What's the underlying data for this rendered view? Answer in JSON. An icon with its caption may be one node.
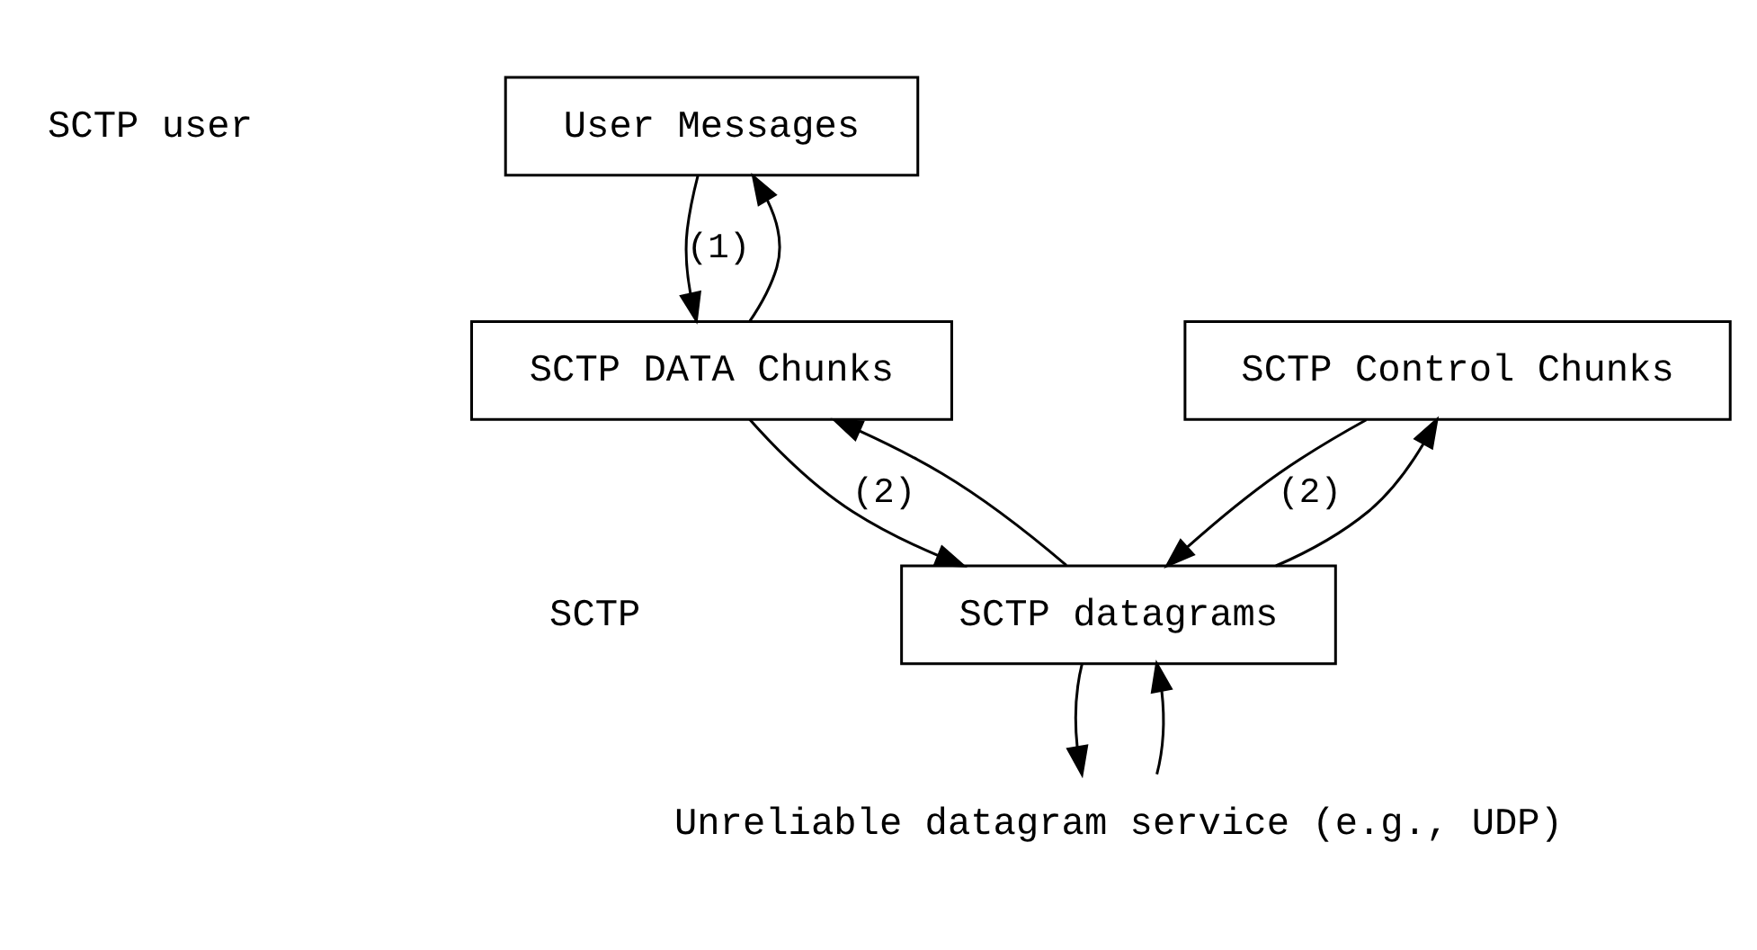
{
  "diagram": {
    "nodes": [
      {
        "text": [
          "User Messages"
        ]
      },
      {
        "text": [
          "SCTP DATA Chunks"
        ]
      },
      {
        "text": [
          "SCTP Control Chunks"
        ]
      },
      {
        "text": [
          "SCTP datagrams"
        ]
      },
      {
        "text": [
          "Unreliable datagram service (e.g., UDP)"
        ]
      }
    ],
    "edges": [
      {
        "from": 1,
        "to": 0,
        "arrow": "to"
      },
      {
        "from": 0,
        "to": 1,
        "arrow": "to",
        "label": "(1)"
      },
      {
        "from": 3,
        "to": 1,
        "arrow": "to"
      },
      {
        "from": 1,
        "to": 3,
        "arrow": "to",
        "label": "(2)"
      },
      {
        "from": 3,
        "to": 2,
        "arrow": "to"
      },
      {
        "from": 2,
        "to": 3,
        "arrow": "to",
        "label": "(2)"
      },
      {
        "from": 4,
        "to": 3,
        "arrow": "to"
      },
      {
        "from": 3,
        "to": 4,
        "arrow": "to"
      }
    ],
    "labels": [
      "SCTP user",
      "SCTP"
    ]
  }
}
